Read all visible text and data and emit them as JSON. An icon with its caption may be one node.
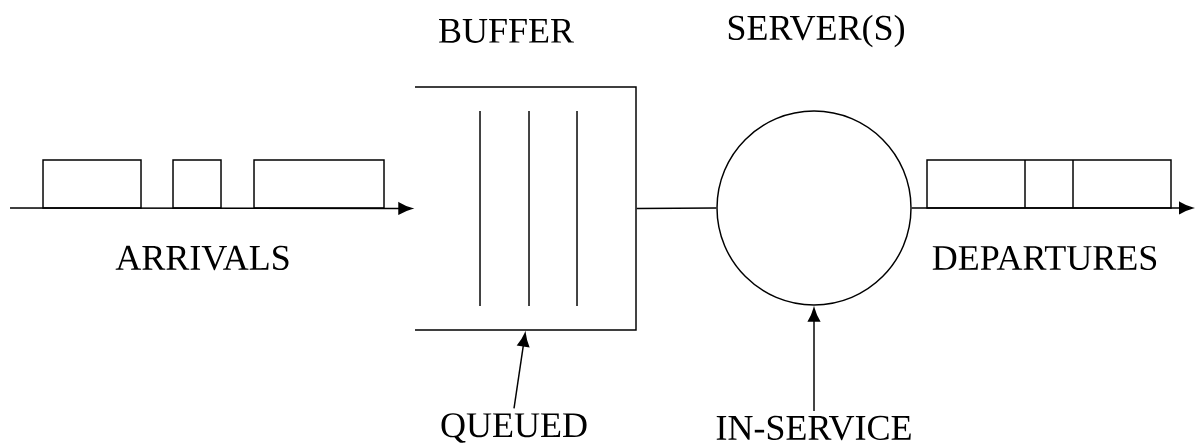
{
  "diagram": {
    "nodes": [
      {
        "text": [
          "BUFFER"
        ]
      },
      {
        "text": [
          "SERVER(S)"
        ]
      },
      {
        "text": [
          "QUEUED"
        ]
      },
      {
        "text": [
          "IN-SERVICE"
        ]
      }
    ],
    "edges": [
      {
        "from": null,
        "to": 0,
        "arrow": "to",
        "label": "ARRIVALS"
      },
      {
        "from": 0,
        "to": 1,
        "arrow": "none"
      },
      {
        "from": 1,
        "to": null,
        "arrow": "to",
        "label": "DEPARTURES"
      },
      {
        "from": 2,
        "to": 0,
        "arrow": "to"
      },
      {
        "from": 3,
        "to": 1,
        "arrow": "to"
      }
    ]
  }
}
